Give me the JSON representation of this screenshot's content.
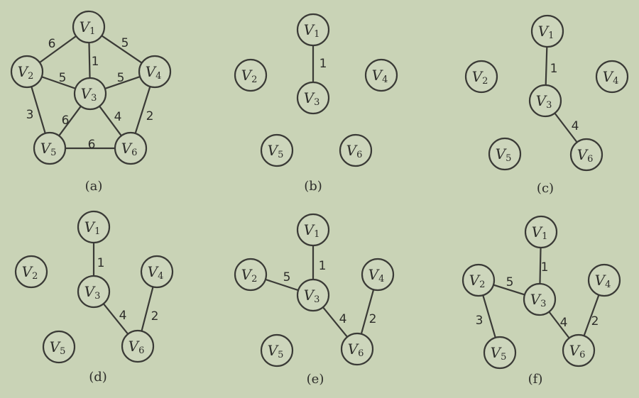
{
  "colors": {
    "background": "#c9d3b6",
    "ink": "#3a3a36",
    "node_fill": "#cdd6bc"
  },
  "vertex_letter": "V",
  "vertices": [
    "1",
    "2",
    "3",
    "4",
    "5",
    "6"
  ],
  "panels": [
    {
      "id": "a",
      "caption": "(a)",
      "edges": [
        {
          "from": "1",
          "to": "2",
          "w": "6"
        },
        {
          "from": "1",
          "to": "3",
          "w": "1"
        },
        {
          "from": "1",
          "to": "4",
          "w": "5"
        },
        {
          "from": "2",
          "to": "3",
          "w": "5"
        },
        {
          "from": "3",
          "to": "4",
          "w": "5"
        },
        {
          "from": "2",
          "to": "5",
          "w": "3"
        },
        {
          "from": "3",
          "to": "5",
          "w": "6"
        },
        {
          "from": "3",
          "to": "6",
          "w": "4"
        },
        {
          "from": "4",
          "to": "6",
          "w": "2"
        },
        {
          "from": "5",
          "to": "6",
          "w": "6"
        }
      ]
    },
    {
      "id": "b",
      "caption": "(b)",
      "edges": [
        {
          "from": "1",
          "to": "3",
          "w": "1"
        }
      ]
    },
    {
      "id": "c",
      "caption": "(c)",
      "edges": [
        {
          "from": "1",
          "to": "3",
          "w": "1"
        },
        {
          "from": "3",
          "to": "6",
          "w": "4"
        }
      ]
    },
    {
      "id": "d",
      "caption": "(d)",
      "edges": [
        {
          "from": "1",
          "to": "3",
          "w": "1"
        },
        {
          "from": "3",
          "to": "6",
          "w": "4"
        },
        {
          "from": "4",
          "to": "6",
          "w": "2"
        }
      ]
    },
    {
      "id": "e",
      "caption": "(e)",
      "edges": [
        {
          "from": "1",
          "to": "3",
          "w": "1"
        },
        {
          "from": "3",
          "to": "6",
          "w": "4"
        },
        {
          "from": "4",
          "to": "6",
          "w": "2"
        },
        {
          "from": "2",
          "to": "3",
          "w": "5"
        }
      ]
    },
    {
      "id": "f",
      "caption": "(f)",
      "edges": [
        {
          "from": "1",
          "to": "3",
          "w": "1"
        },
        {
          "from": "3",
          "to": "6",
          "w": "4"
        },
        {
          "from": "4",
          "to": "6",
          "w": "2"
        },
        {
          "from": "2",
          "to": "3",
          "w": "5"
        },
        {
          "from": "2",
          "to": "5",
          "w": "3"
        }
      ]
    }
  ]
}
